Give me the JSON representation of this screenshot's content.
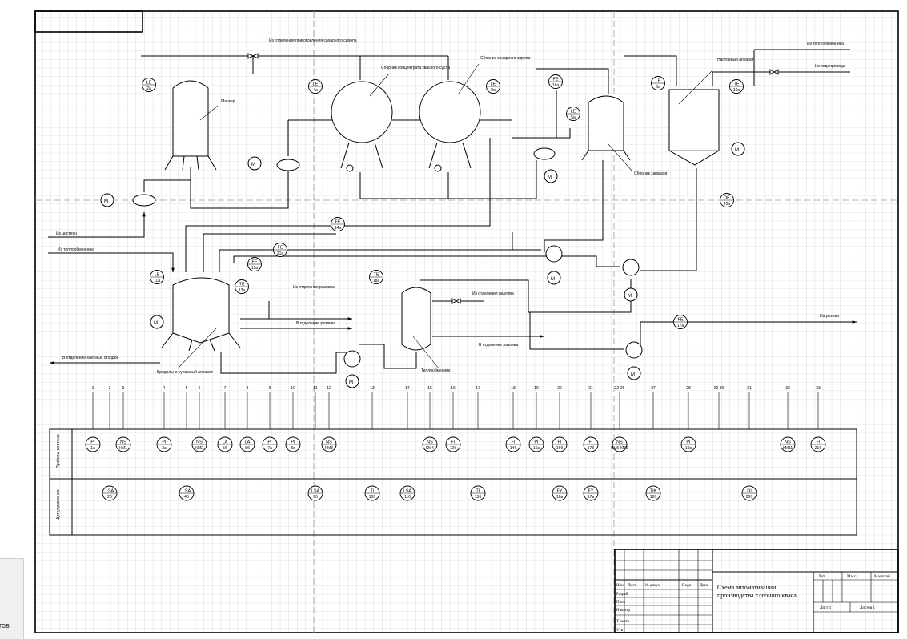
{
  "drawing": {
    "title_line1": "Схема автоматизации",
    "title_line2": "производства хлебного кваса",
    "cols": [
      "Изм",
      "Лист",
      "№ докум",
      "Подп",
      "Дата"
    ],
    "roles": [
      "Разраб",
      "Пров",
      "Н контр",
      "Т контр",
      "Утв"
    ],
    "lit": "Лит",
    "massa": "Масса",
    "masshtab": "Масштаб",
    "sheet": "Лист 1",
    "sheets": "Листов 1"
  },
  "equipment": {
    "marker": "Маркер",
    "conc_collector": "Сборник концентрата квасного сусла",
    "sugar_collector": "Сборник сахарного сиропа",
    "infusion_vessel": "Настойный аппарат",
    "starter_collector": "Сборник закваски",
    "ferment_vessel": "Бродильно-купажный аппарат",
    "heat_exchanger": "Теплообменник"
  },
  "flows": {
    "from_syrup_prep": "Из отделения приготовления сахарного сиропа",
    "from_heat_station": "Из теплообменника",
    "from_water": "Из водопровода",
    "from_cistern": "Из цистерн",
    "from_heat_left": "Из теплообменника",
    "from_rasx1": "Из отделения разлива",
    "to_rasx1": "В отделение разлива",
    "from_rasx2": "Из отделения разлива",
    "to_rasx2": "В отделение разлива",
    "to_bottling": "На розлив",
    "to_yeast": "В отделение хлебных отходов"
  },
  "tags": [
    {
      "t": "LE",
      "n": "2а"
    },
    {
      "t": "LE",
      "n": "4а"
    },
    {
      "t": "LE",
      "n": "9а"
    },
    {
      "t": "FE",
      "n": "16а"
    },
    {
      "t": "LE",
      "n": "5а"
    },
    {
      "t": "LE",
      "n": "6а"
    },
    {
      "t": "TE",
      "n": "10а"
    },
    {
      "t": "FE",
      "n": "14а"
    },
    {
      "t": "FE",
      "n": "21а"
    },
    {
      "t": "FE",
      "n": "12а"
    },
    {
      "t": "LE",
      "n": "11а"
    },
    {
      "t": "TE",
      "n": "13а"
    },
    {
      "t": "TE",
      "n": "18а"
    },
    {
      "t": "DE",
      "n": "20а"
    },
    {
      "t": "FE",
      "n": "17а"
    }
  ],
  "line_numbers": [
    "1",
    "2",
    "3",
    "4",
    "5",
    "6",
    "7",
    "8",
    "9",
    "10",
    "11",
    "12",
    "13",
    "14",
    "15",
    "16",
    "17",
    "18",
    "19",
    "20",
    "21",
    "22-26",
    "27",
    "28",
    "29-30",
    "31",
    "32",
    "33"
  ],
  "table": {
    "row1": "Приборы местные",
    "row2": "Щит управления"
  },
  "panel_local": [
    {
      "t": "PI",
      "n": "1а"
    },
    {
      "t": "NS",
      "n": "КМ1"
    },
    {
      "t": "PI",
      "n": "3а"
    },
    {
      "t": "NS",
      "n": "КМ2"
    },
    {
      "t": "LA",
      "n": "5б"
    },
    {
      "t": "LA",
      "n": "6б"
    },
    {
      "t": "PI",
      "n": "7а"
    },
    {
      "t": "PI",
      "n": "8а"
    },
    {
      "t": "NS",
      "n": "КМ3"
    },
    {
      "t": "NS",
      "n": "КМ4"
    },
    {
      "t": "FI",
      "n": "12б"
    },
    {
      "t": "FI",
      "n": "14б"
    },
    {
      "t": "PI",
      "n": "15а"
    },
    {
      "t": "FI",
      "n": "16б"
    },
    {
      "t": "FI",
      "n": "17б"
    },
    {
      "t": "NS",
      "n": "КМ5-КМ9"
    },
    {
      "t": "PI",
      "n": "19а"
    },
    {
      "t": "NS",
      "n": "КМ11"
    },
    {
      "t": "FI",
      "n": "21б"
    }
  ],
  "panel_board": [
    {
      "t": "LSA",
      "n": "2б"
    },
    {
      "t": "LSA",
      "n": "4б"
    },
    {
      "t": "LSA",
      "n": "9б"
    },
    {
      "t": "TI",
      "n": "10б"
    },
    {
      "t": "LSA",
      "n": "11б"
    },
    {
      "t": "TI",
      "n": "13б"
    },
    {
      "t": "FY",
      "n": "16в"
    },
    {
      "t": "FY",
      "n": "17в"
    },
    {
      "t": "TIK",
      "n": "18б"
    },
    {
      "t": "DI",
      "n": "20б"
    }
  ],
  "status_text": "тов"
}
